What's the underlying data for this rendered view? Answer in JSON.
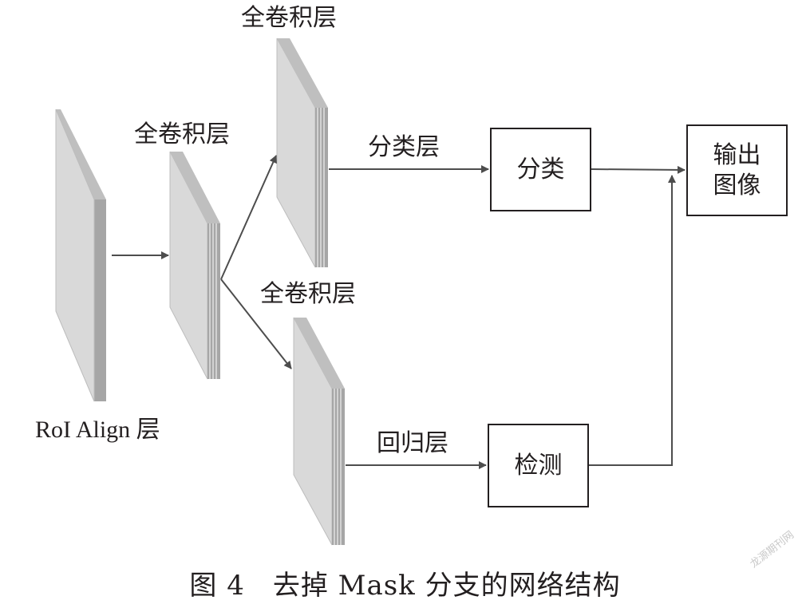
{
  "layers": {
    "roi_align": "RoI Align 层",
    "fcn_1": "全卷积层",
    "fcn_top": "全卷积层",
    "fcn_bottom": "全卷积层",
    "classification_layer": "分类层",
    "regression_layer": "回归层"
  },
  "boxes": {
    "classification": "分类",
    "detection": "检测",
    "output_line1": "输出",
    "output_line2": "图像"
  },
  "caption": "图 4　去掉 Mask 分支的网络结构",
  "watermark": "龙源期刊网",
  "colors": {
    "layer_face": "#d9d9d9",
    "layer_side": "#a6a6a6",
    "stroke": "#231f20",
    "arrow": "#4d4d4d"
  }
}
